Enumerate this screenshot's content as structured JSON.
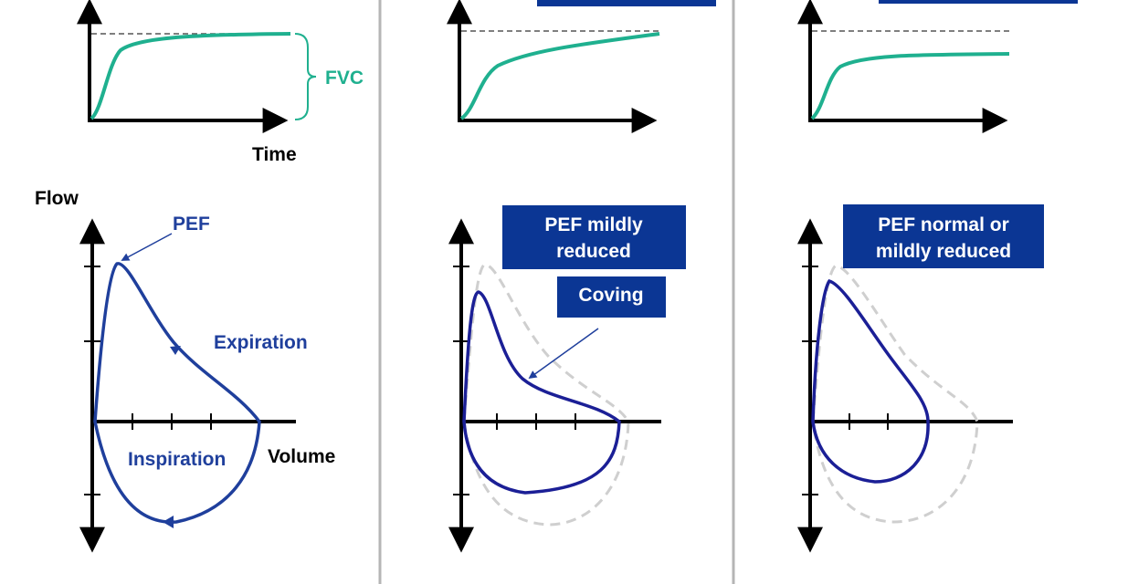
{
  "colors": {
    "axis": "#000000",
    "volume_curve": "#1fb08f",
    "loop_normal": "#1f3f9c",
    "loop_obstructed": "#1b1f96",
    "reference_dash": "#cfcfcf",
    "box_fill": "#0b3694",
    "divider": "#b5b5b5"
  },
  "panel1": {
    "fvc_label": "FVC",
    "time_label": "Time",
    "flow_label": "Flow",
    "pef_label": "PEF",
    "expiration_label": "Expiration",
    "inspiration_label": "Inspiration",
    "volume_label": "Volume"
  },
  "panel2": {
    "pef_box_line1": "PEF mildly",
    "pef_box_line2": "reduced",
    "coving_box": "Coving"
  },
  "panel3": {
    "pef_box_line1": "PEF normal or",
    "pef_box_line2": "mildly reduced"
  },
  "icons": [
    "arrow-icon",
    "brace-icon"
  ]
}
